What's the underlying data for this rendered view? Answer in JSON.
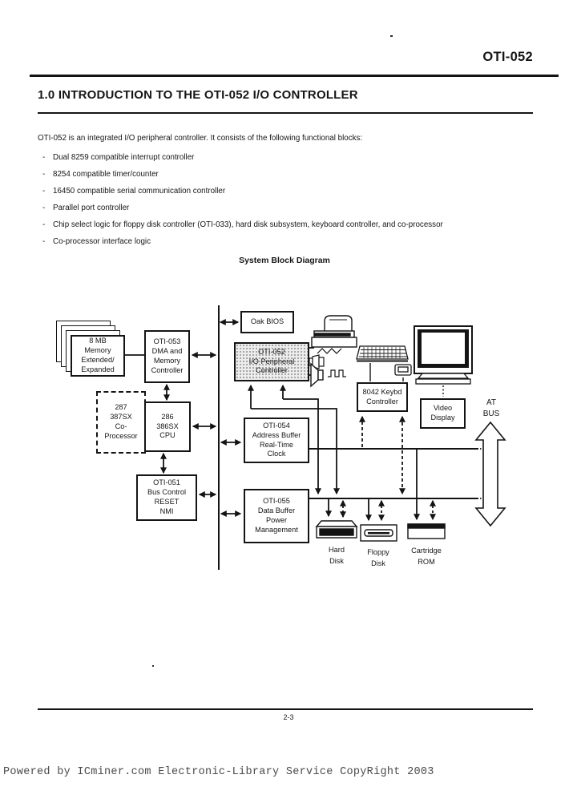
{
  "page": {
    "header_code": "OTI-052",
    "section_title": "1.0  INTRODUCTION TO THE OTI-052 I/O CONTROLLER",
    "page_number": "2-3",
    "watermark": "Powered by ICminer.com Electronic-Library Service CopyRight 2003"
  },
  "intro": {
    "lead": "OTI-052 is an integrated I/O peripheral controller. It consists of the following functional blocks:",
    "bullet_char": "-",
    "bullets": [
      "Dual 8259 compatible interrupt controller",
      "8254 compatible timer/counter",
      "16450 compatible serial communication controller",
      "Parallel port controller",
      "Chip select logic for floppy disk controller (OTI-033), hard disk subsystem, keyboard controller, and co-processor",
      "Co-processor interface logic"
    ]
  },
  "diagram": {
    "title": "System Block Diagram",
    "blocks": {
      "memory": "8 MB\nMemory\nExtended/\nExpanded",
      "oti053": "OTI-053\nDMA and\nMemory\nController",
      "coprocessor": "287\n387SX\nCo-\nProcessor",
      "cpu": "286\n386SX\nCPU",
      "oti051": "OTI-051\nBus Control\nRESET\nNMI",
      "oak_bios": "Oak BIOS",
      "oti052": "OTI-052\nI/O Peripheral\nController",
      "oti054": "OTI-054\nAddress Buffer\nReal-Time\nClock",
      "oti055": "OTI-055\nData Buffer\nPower\nManagement",
      "kbd_controller": "8042 Keybd\nController",
      "video_display": "Video\nDisplay",
      "at_bus": "AT\nBUS"
    },
    "labels": {
      "hard_disk": "Hard\nDisk",
      "floppy_disk": "Floppy\nDisk",
      "cartridge_rom": "Cartridge\nROM"
    }
  }
}
